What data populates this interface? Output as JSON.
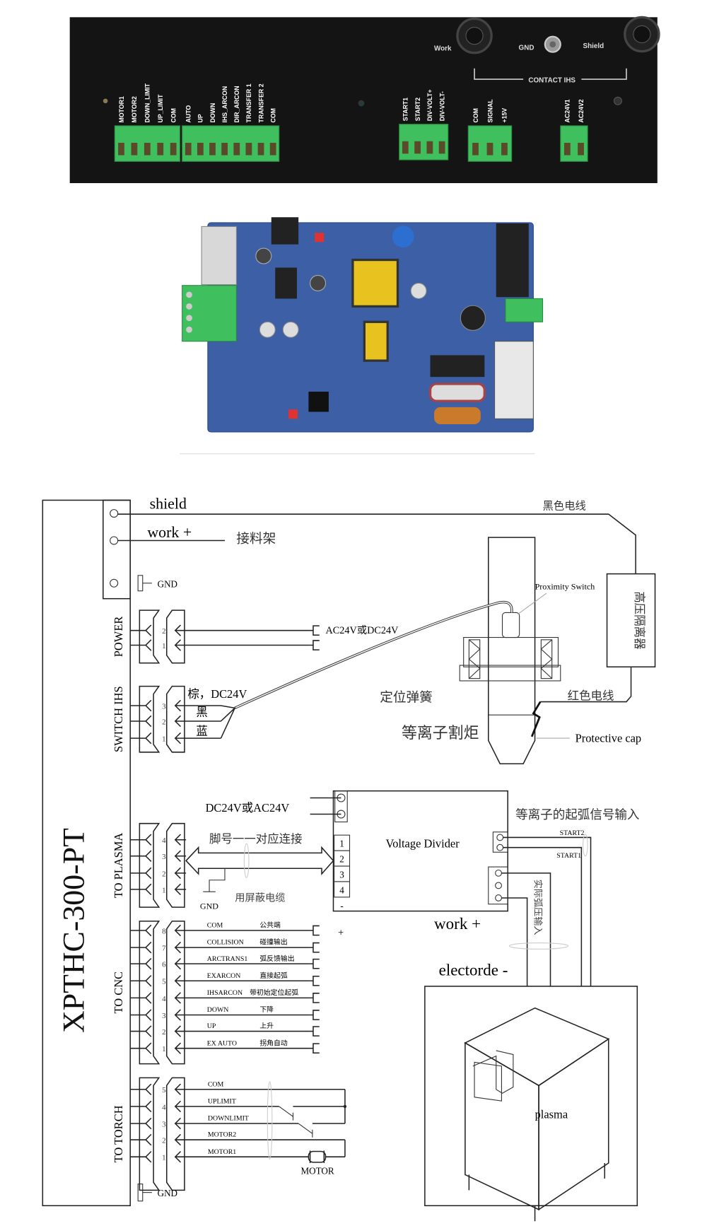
{
  "panel": {
    "jack_labels": {
      "work": "Work",
      "gnd": "GND",
      "shield": "Shield"
    },
    "contact_ihs": "CONTACT IHS",
    "blocks": [
      {
        "labels": [
          "MOTOR1",
          "MOTOR2",
          "DOWN_LIMIT",
          "UP_LIMIT",
          "COM"
        ]
      },
      {
        "labels": [
          "AUTO",
          "UP",
          "DOWN",
          "IHS_ARCON",
          "DIR_ARCON",
          "TRANSFER 1",
          "TRANSFER 2",
          "COM"
        ]
      },
      {
        "labels": [
          "START1",
          "START2",
          "DIV-VOLT+",
          "DIV-VOLT-"
        ]
      },
      {
        "labels": [
          "COM",
          "SIGNAL",
          "+15V"
        ]
      },
      {
        "labels": [
          "AC24V1",
          "AC24V2"
        ]
      }
    ],
    "colors": {
      "panel": "#141414",
      "terminal": "#3fbf5e"
    }
  },
  "pcb": {
    "colors": {
      "board": "#3c5fa6",
      "terminal": "#3fbf5e",
      "transformer": "#e8c21e"
    }
  },
  "diagram": {
    "device_name": "XPTHC-300-PT",
    "terminals": {
      "shield": "shield",
      "work": "work  +",
      "work_cn": "接料架",
      "gnd": "GND"
    },
    "black_wire": "黑色电线",
    "red_wire": "红色电线",
    "hv_isolator": "高压隔离器",
    "proximity_switch": "Proximity Switch",
    "spring": "定位弹簧",
    "torch": "等离子割炬",
    "protective_cap": "Protective cap",
    "power": {
      "title": "POWER",
      "pins": [
        "2",
        "1"
      ],
      "supply": "AC24V或DC24V"
    },
    "switch_ihs": {
      "title": "SWITCH IHS",
      "pins": [
        "3",
        "2",
        "1"
      ],
      "wire_labels": [
        "棕，DC24V",
        "黑",
        "蓝"
      ]
    },
    "to_plasma": {
      "title": "TO PLASMA",
      "pins": [
        "4",
        "3",
        "2",
        "1"
      ],
      "note": "脚号一一对应连接",
      "shielded_cable": "用屏蔽电缆",
      "gnd": "GND"
    },
    "voltage_divider": {
      "title": "Voltage Divider",
      "supply": "DC24V或AC24V",
      "pins": [
        "1",
        "2",
        "3",
        "4",
        "-"
      ],
      "arc_start_input": "等离子的起弧信号输入",
      "start2": "START2",
      "start1": "START1",
      "arc_voltage_input": "实际弧压输入",
      "work": "work  +",
      "electrode": "electorde -"
    },
    "to_cnc": {
      "title": "TO CNC",
      "pins": [
        "8",
        "7",
        "6",
        "5",
        "4",
        "3",
        "2",
        "1"
      ],
      "signals": [
        {
          "en": "COM",
          "cn": "公共端"
        },
        {
          "en": "COLLISION",
          "cn": "碰撞输出"
        },
        {
          "en": "ARCTRANS1",
          "cn": "弧反馈输出"
        },
        {
          "en": "EXARCON",
          "cn": "直接起弧"
        },
        {
          "en": "IHSARCON",
          "cn": "带初始定位起弧"
        },
        {
          "en": "DOWN",
          "cn": "下降"
        },
        {
          "en": "UP",
          "cn": "上升"
        },
        {
          "en": "EX AUTO",
          "cn": "拐角自动"
        }
      ],
      "plus": "+"
    },
    "to_torch": {
      "title": "TO TORCH",
      "pins": [
        "5",
        "4",
        "3",
        "2",
        "1"
      ],
      "signals": [
        "COM",
        "UPLIMIT",
        "DOWNLIMIT",
        "MOTOR2",
        "MOTOR1"
      ],
      "motor": "MOTOR",
      "gnd": "GND"
    },
    "plasma": "plasma"
  }
}
